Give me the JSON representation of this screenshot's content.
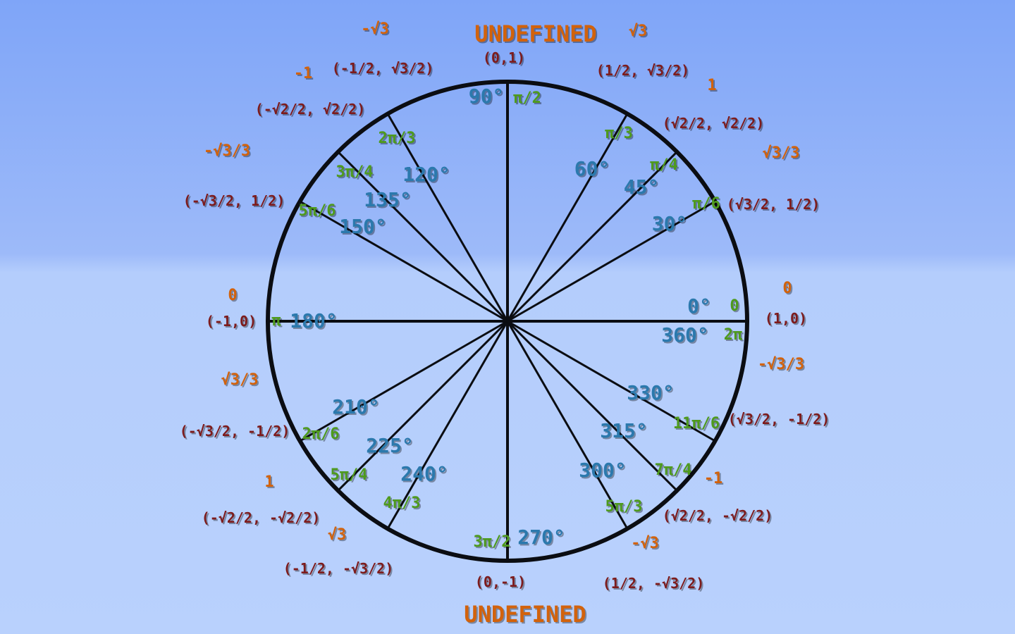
{
  "colors": {
    "degree": "#2b79ad",
    "radian": "#4e9a1d",
    "tangent": "#d2620c",
    "coordinate": "#7d1b1c",
    "circle": "#0b0d12"
  },
  "points": [
    {
      "deg": "0°",
      "rad": "0",
      "tan": "0",
      "coord": "(1,0)",
      "angle": 0
    },
    {
      "deg": "30°",
      "rad": "π/6",
      "tan": "√3/3",
      "coord": "(√3/2, 1/2)",
      "angle": 30
    },
    {
      "deg": "45°",
      "rad": "π/4",
      "tan": "1",
      "coord": "(√2/2, √2/2)",
      "angle": 45
    },
    {
      "deg": "60°",
      "rad": "π/3",
      "tan": "√3",
      "coord": "(1/2, √3/2)",
      "angle": 60
    },
    {
      "deg": "90°",
      "rad": "π/2",
      "tan": "UNDEFINED",
      "coord": "(0,1)",
      "angle": 90
    },
    {
      "deg": "120°",
      "rad": "2π/3",
      "tan": "-√3",
      "coord": "(-1/2, √3/2)",
      "angle": 120
    },
    {
      "deg": "135°",
      "rad": "3π/4",
      "tan": "-1",
      "coord": "(-√2/2, √2/2)",
      "angle": 135
    },
    {
      "deg": "150°",
      "rad": "5π/6",
      "tan": "-√3/3",
      "coord": "(-√3/2, 1/2)",
      "angle": 150
    },
    {
      "deg": "180°",
      "rad": "π",
      "tan": "0",
      "coord": "(-1,0)",
      "angle": 180
    },
    {
      "deg": "210°",
      "rad": "2π/6",
      "tan": "√3/3",
      "coord": "(-√3/2, -1/2)",
      "angle": 210
    },
    {
      "deg": "225°",
      "rad": "5π/4",
      "tan": "1",
      "coord": "(-√2/2, -√2/2)",
      "angle": 225
    },
    {
      "deg": "240°",
      "rad": "4π/3",
      "tan": "√3",
      "coord": "(-1/2, -√3/2)",
      "angle": 240
    },
    {
      "deg": "270°",
      "rad": "3π/2",
      "tan": "UNDEFINED",
      "coord": "(0,-1)",
      "angle": 270
    },
    {
      "deg": "300°",
      "rad": "5π/3",
      "tan": "-√3",
      "coord": "(1/2, -√3/2)",
      "angle": 300
    },
    {
      "deg": "315°",
      "rad": "7π/4",
      "tan": "-1",
      "coord": "(√2/2, -√2/2)",
      "angle": 315
    },
    {
      "deg": "330°",
      "rad": "11π/6",
      "tan": "-√3/3",
      "coord": "(√3/2, -1/2)",
      "angle": 330
    }
  ],
  "full_turn": {
    "deg": "360°",
    "rad": "2π"
  }
}
